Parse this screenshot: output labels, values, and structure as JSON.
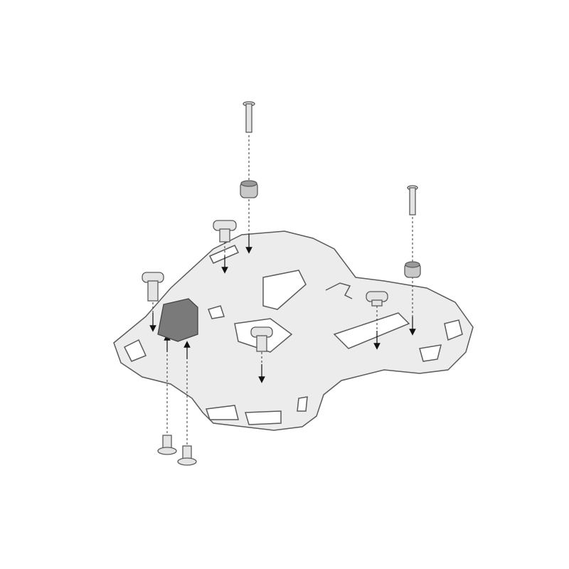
{
  "diagram": {
    "kind": "exploded-assembly-view",
    "colors": {
      "background": "#ffffff",
      "outline": "#5a5a5a",
      "plate_fill": "#ececec",
      "part_fill": "#dcdcdc",
      "pad_fill": "#7a7a7a",
      "arrow": "#111111"
    },
    "parts": [
      "rack-plate",
      "bolt",
      "spacer",
      "knob",
      "rubber-pad",
      "screw",
      "logo-mark"
    ]
  }
}
